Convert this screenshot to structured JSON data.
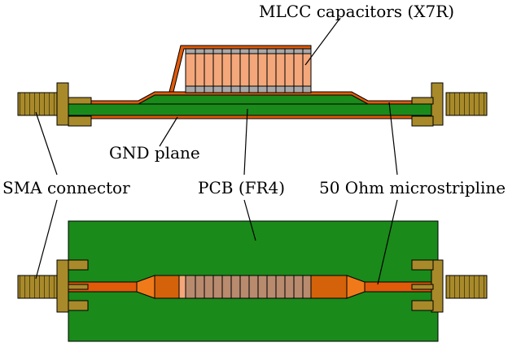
{
  "labels": {
    "mlcc": "MLCC capacitors (X7R)",
    "gnd": "GND plane",
    "sma": "SMA connector",
    "pcb": "PCB (FR4)",
    "microstrip": "50 Ohm microstripline"
  },
  "colors": {
    "pcb_green": "#1a8a1a",
    "copper": "#e05a0a",
    "copper_dark": "#c84a08",
    "capacitor_body": "#f4a77a",
    "capacitor_band": "#a8a8a8",
    "capacitor_bottom_view": "#b88a6e",
    "sma_gold": "#a88a2a",
    "outline": "#000000"
  },
  "icons": {
    "sma_connector": "sma-connector-icon",
    "mlcc_capacitor": "capacitor-icon"
  }
}
